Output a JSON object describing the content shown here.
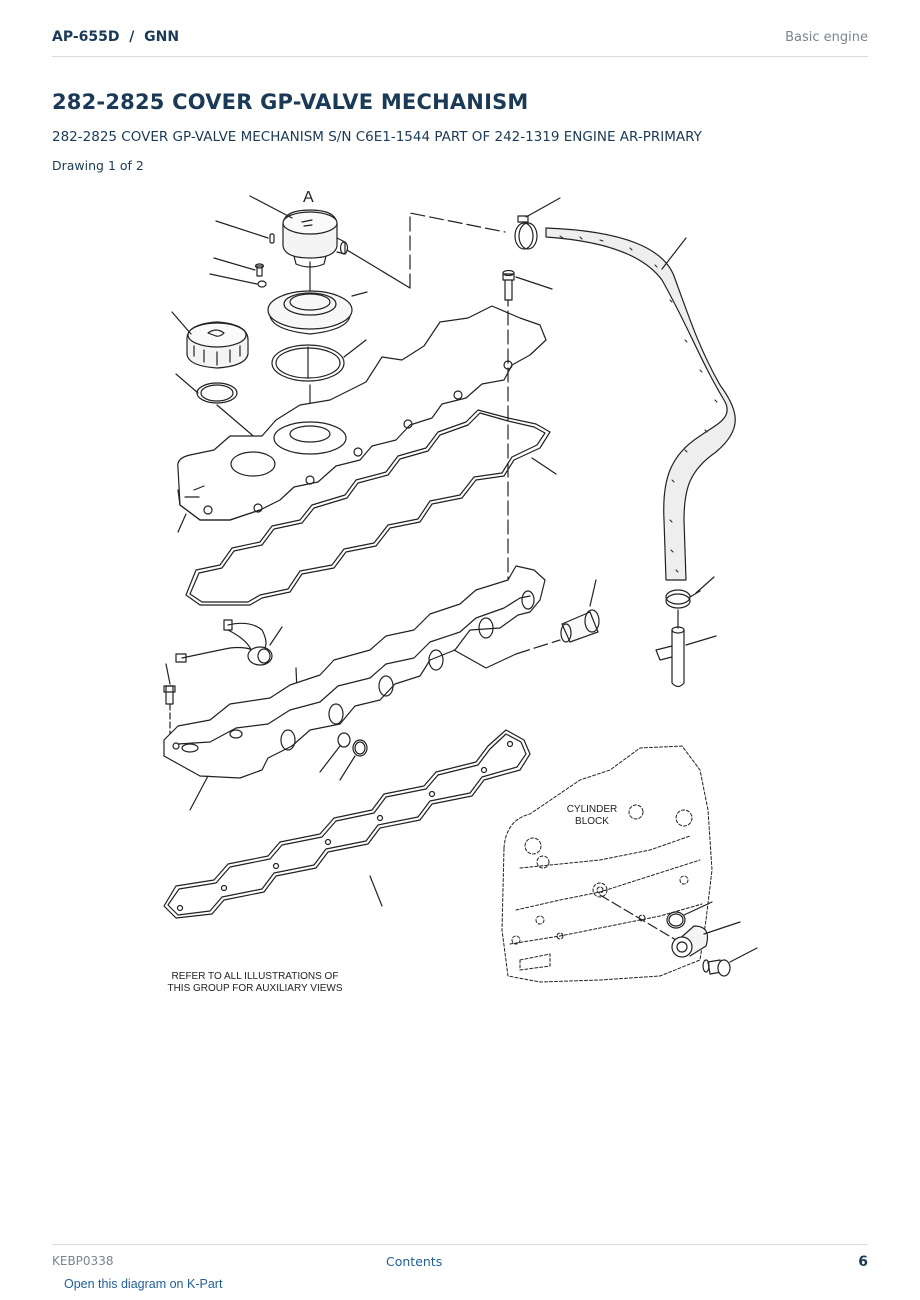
{
  "header": {
    "brand": "AP-655D  /  GNN",
    "section": "Basic engine"
  },
  "title": "282-2825 COVER GP-VALVE MECHANISM",
  "subtitle": "282-2825 COVER GP-VALVE MECHANISM S/N C6E1-1544 PART OF 242-1319 ENGINE AR-PRIMARY",
  "drawing_label": "Drawing 1 of 2",
  "diagram": {
    "callout": "A",
    "block_label_line1": "CYLINDER",
    "block_label_line2": "BLOCK",
    "note_line1": "REFER TO ALL ILLUSTRATIONS OF",
    "note_line2": "THIS GROUP FOR AUXILIARY VIEWS"
  },
  "footer": {
    "doc_code": "KEBP0338",
    "contents_link": "Contents",
    "page_number": "6"
  },
  "kpart_link": "Open this diagram on K-Part"
}
